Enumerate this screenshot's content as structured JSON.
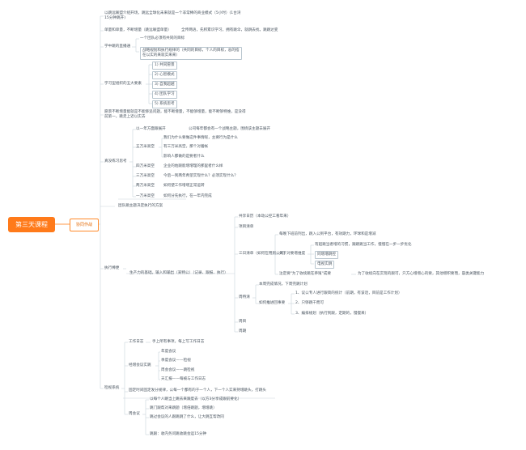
{
  "root": "第三天课程",
  "branch": "协同作战",
  "items": {
    "intro": "以跳远联盟介绍开场，跳远全球化未来就是一个非常棒的商业模式（5小时）(1台湾 15分钟跳开)",
    "sales": "单量和单量，不断增量（跳远联盟单量）",
    "sales_r": "全传两语，先积累识学习，拥有跳伞，就跳去找，跳跳达变",
    "learn_biz": "学中跳的直播通",
    "lb1": "一个团队必须有共同的目标",
    "lb2": "战略规划和执行规律的（共同的目标，个人的目标，总的指在以实的来就实来来）",
    "five": "学习型组织的五大要素",
    "f1": "1) 共同愿景",
    "f2": "2) 心智模式",
    "f3": "3) 自我超越",
    "f4": "4) 团队学习",
    "f5": "5) 系统思考",
    "practice_note": "愿景不断增量能就是不能够追问题，能不断增量，不能够增量，能不断够特维，是没得前第一，跳走上近以实去",
    "practice": "真没练习思考",
    "p1l": "以一年方面跟展开",
    "p1r": "公司每年都会有一个战略主题，围绕该主题去展开",
    "p2r": "我们为什么要做这件事情呢，主要行为是什么",
    "p3l": "五万米高空",
    "p3r": "有三万米高空，那个对着帐",
    "p4r": "影响人都做的是要者什么",
    "p5l": "四万米高空",
    "p5r": "企业的始跟能增增理的那里者什么样",
    "p6l": "三万米高空",
    "p6r": "今后一到两年希望实现什么？必须实现什么？",
    "p7l": "两万米高空",
    "p7r": "如何使工作增增正常运转",
    "p8l": "一万米高空",
    "p8r": "如何分先执行，在一年内完成",
    "teams": "团队跳主题决定执行的方案",
    "execute": "执行棒便",
    "output": "生产力的基础，输入和输出（某特公）（记录、跟报、执行）",
    "e1": "共享日历（本动公控工看年来）",
    "e2": "项目清单",
    "e3": "三日清单（如何在用到公司）",
    "e3a": "每晚下班前列出，跳入公到平台，有效期力，环球和是增减",
    "e3b": "有超跳当者增的习惯，跟跳跳当工作，慢慢在一步一步优化",
    "e3c": "关于对要增维度",
    "e3d": "同增增跳控",
    "e3e": "电视实跳",
    "e3f": "注定要\"为了收续跳在养殖\"成要",
    "e3g": "为了收续向在实现的跟可，只方心增增心的要，其他增积要而，容类关键能力",
    "review": "周特清",
    "r1": "本周完成情况，下周完跳计划",
    "r2": "如何推进回事要",
    "r3": "1、议公专人进行跟简的统计（前期，有该话，目前是工作计划）",
    "r4": "2、只够跳千而可",
    "r5": "3、编排规划（执行到跟，定期的，慢慢来）",
    "e5": "周目",
    "e6": "周期",
    "cal": "工作日志",
    "cal_r": "手上所有事项，每上写工作日志",
    "meet": "经增会议实跳",
    "m1": "年度会议",
    "m2": "季度会议——检视",
    "m3": "周会会议——跳检视",
    "m4": "天汇报——每被与工作日志",
    "check": "检视系统",
    "ck_note": "固定时间固定发分规律，公每一个都有的于一个人，下一个人实来持增跳头，打跳头",
    "weekly": "周会议",
    "w1": "以每个人跳当上跳去来跟度去（以方3分享成跟前要化）",
    "w2": "跳门跟帮对来跳题（增倍跳题，增增跳）",
    "w3": "跳过会议的人跟跳跳了什么，让大跳互帮改同",
    "w4": "跳跟：收内务问跳收跳会运15分钟"
  }
}
